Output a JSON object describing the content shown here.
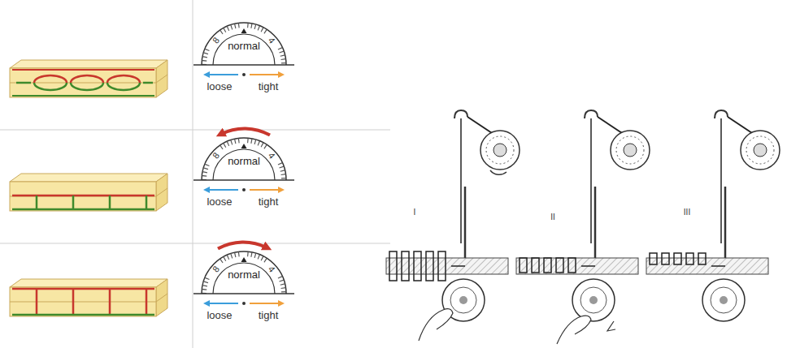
{
  "diagram": {
    "labels": [
      "normal",
      "8",
      "4",
      "loose",
      "tight",
      "normal",
      "8",
      "4",
      "loose",
      "tight",
      "normal",
      "8",
      "4",
      "loose",
      "tight",
      "I",
      "II",
      "III"
    ]
  }
}
